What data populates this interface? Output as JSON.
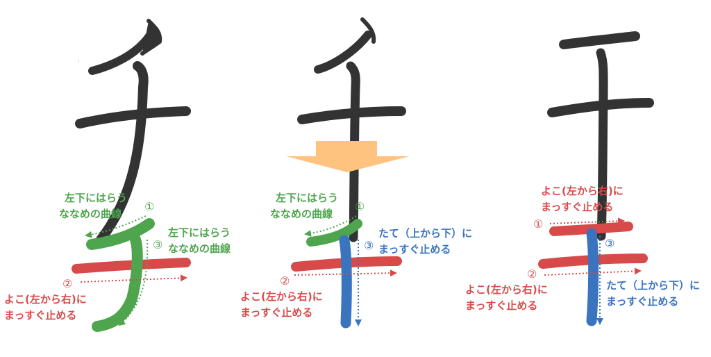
{
  "title_characters": [
    {
      "char": "チ",
      "name": "katakana-chi"
    },
    {
      "char": "千",
      "name": "kanji-sen"
    },
    {
      "char": "干",
      "name": "kanji-kan"
    }
  ],
  "colors": {
    "character": "#333333",
    "arrow": "#ffc380",
    "stroke_green": "#4ea54e",
    "stroke_red": "#d84a4a",
    "stroke_blue": "#3a74bf"
  },
  "diagrams": [
    {
      "name": "chi",
      "annotations": [
        {
          "number": "①",
          "line1": "左下にはらう",
          "line2": "ななめの曲線",
          "color": "green"
        },
        {
          "number": "②",
          "line1": "よこ(左から右)に",
          "line2": "まっすぐ止める",
          "color": "red"
        },
        {
          "number": "③",
          "line1": "左下にはらう",
          "line2": "ななめの曲線",
          "color": "green"
        }
      ]
    },
    {
      "name": "sen",
      "annotations": [
        {
          "number": "①",
          "line1": "左下にはらう",
          "line2": "ななめの曲線",
          "color": "green"
        },
        {
          "number": "②",
          "line1": "よこ(左から右)に",
          "line2": "まっすぐ止める",
          "color": "red"
        },
        {
          "number": "③",
          "line1": "たて（上から下）に",
          "line2": "まっすぐ止める",
          "color": "blue"
        }
      ]
    },
    {
      "name": "kan",
      "annotations": [
        {
          "number": "①",
          "line1": "よこ(左から右)に",
          "line2": "まっすぐ止める",
          "color": "red"
        },
        {
          "number": "②",
          "line1": "よこ(左から右)に",
          "line2": "まっすぐ止める",
          "color": "red"
        },
        {
          "number": "③",
          "line1": "たて（上から下）に",
          "line2": "まっすぐ止める",
          "color": "blue"
        }
      ]
    }
  ]
}
